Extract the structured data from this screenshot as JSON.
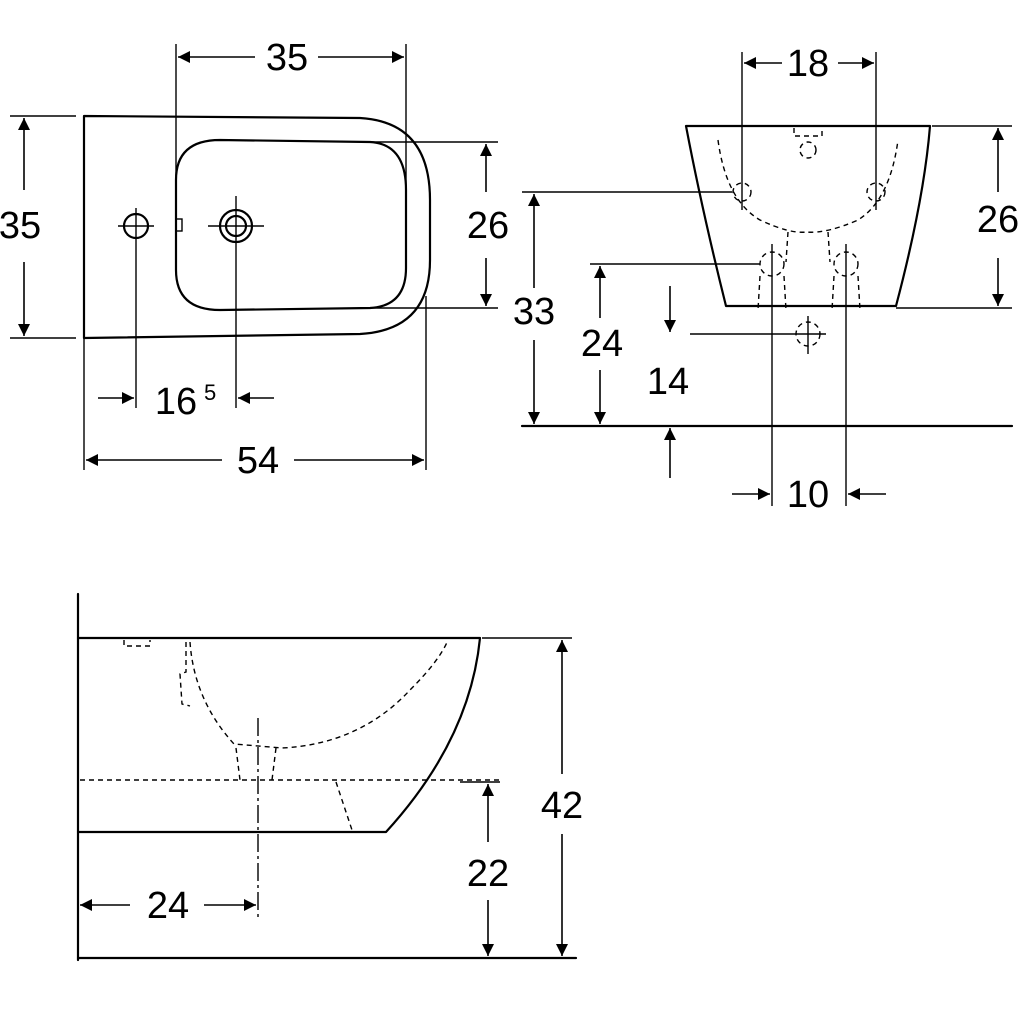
{
  "top_view": {
    "width_bowl": "35",
    "depth": "35",
    "bowl_depth": "26",
    "tap_offset_main": "16",
    "tap_offset_sup": "5",
    "length": "54"
  },
  "front_view": {
    "fixing_spacing": "18",
    "height_body": "26",
    "inlet_height": "33",
    "outlet_height": "24",
    "waste_height": "14",
    "outlet_spacing": "10"
  },
  "side_view": {
    "total_height": "42",
    "floor_clearance": "22",
    "waste_distance": "24"
  }
}
